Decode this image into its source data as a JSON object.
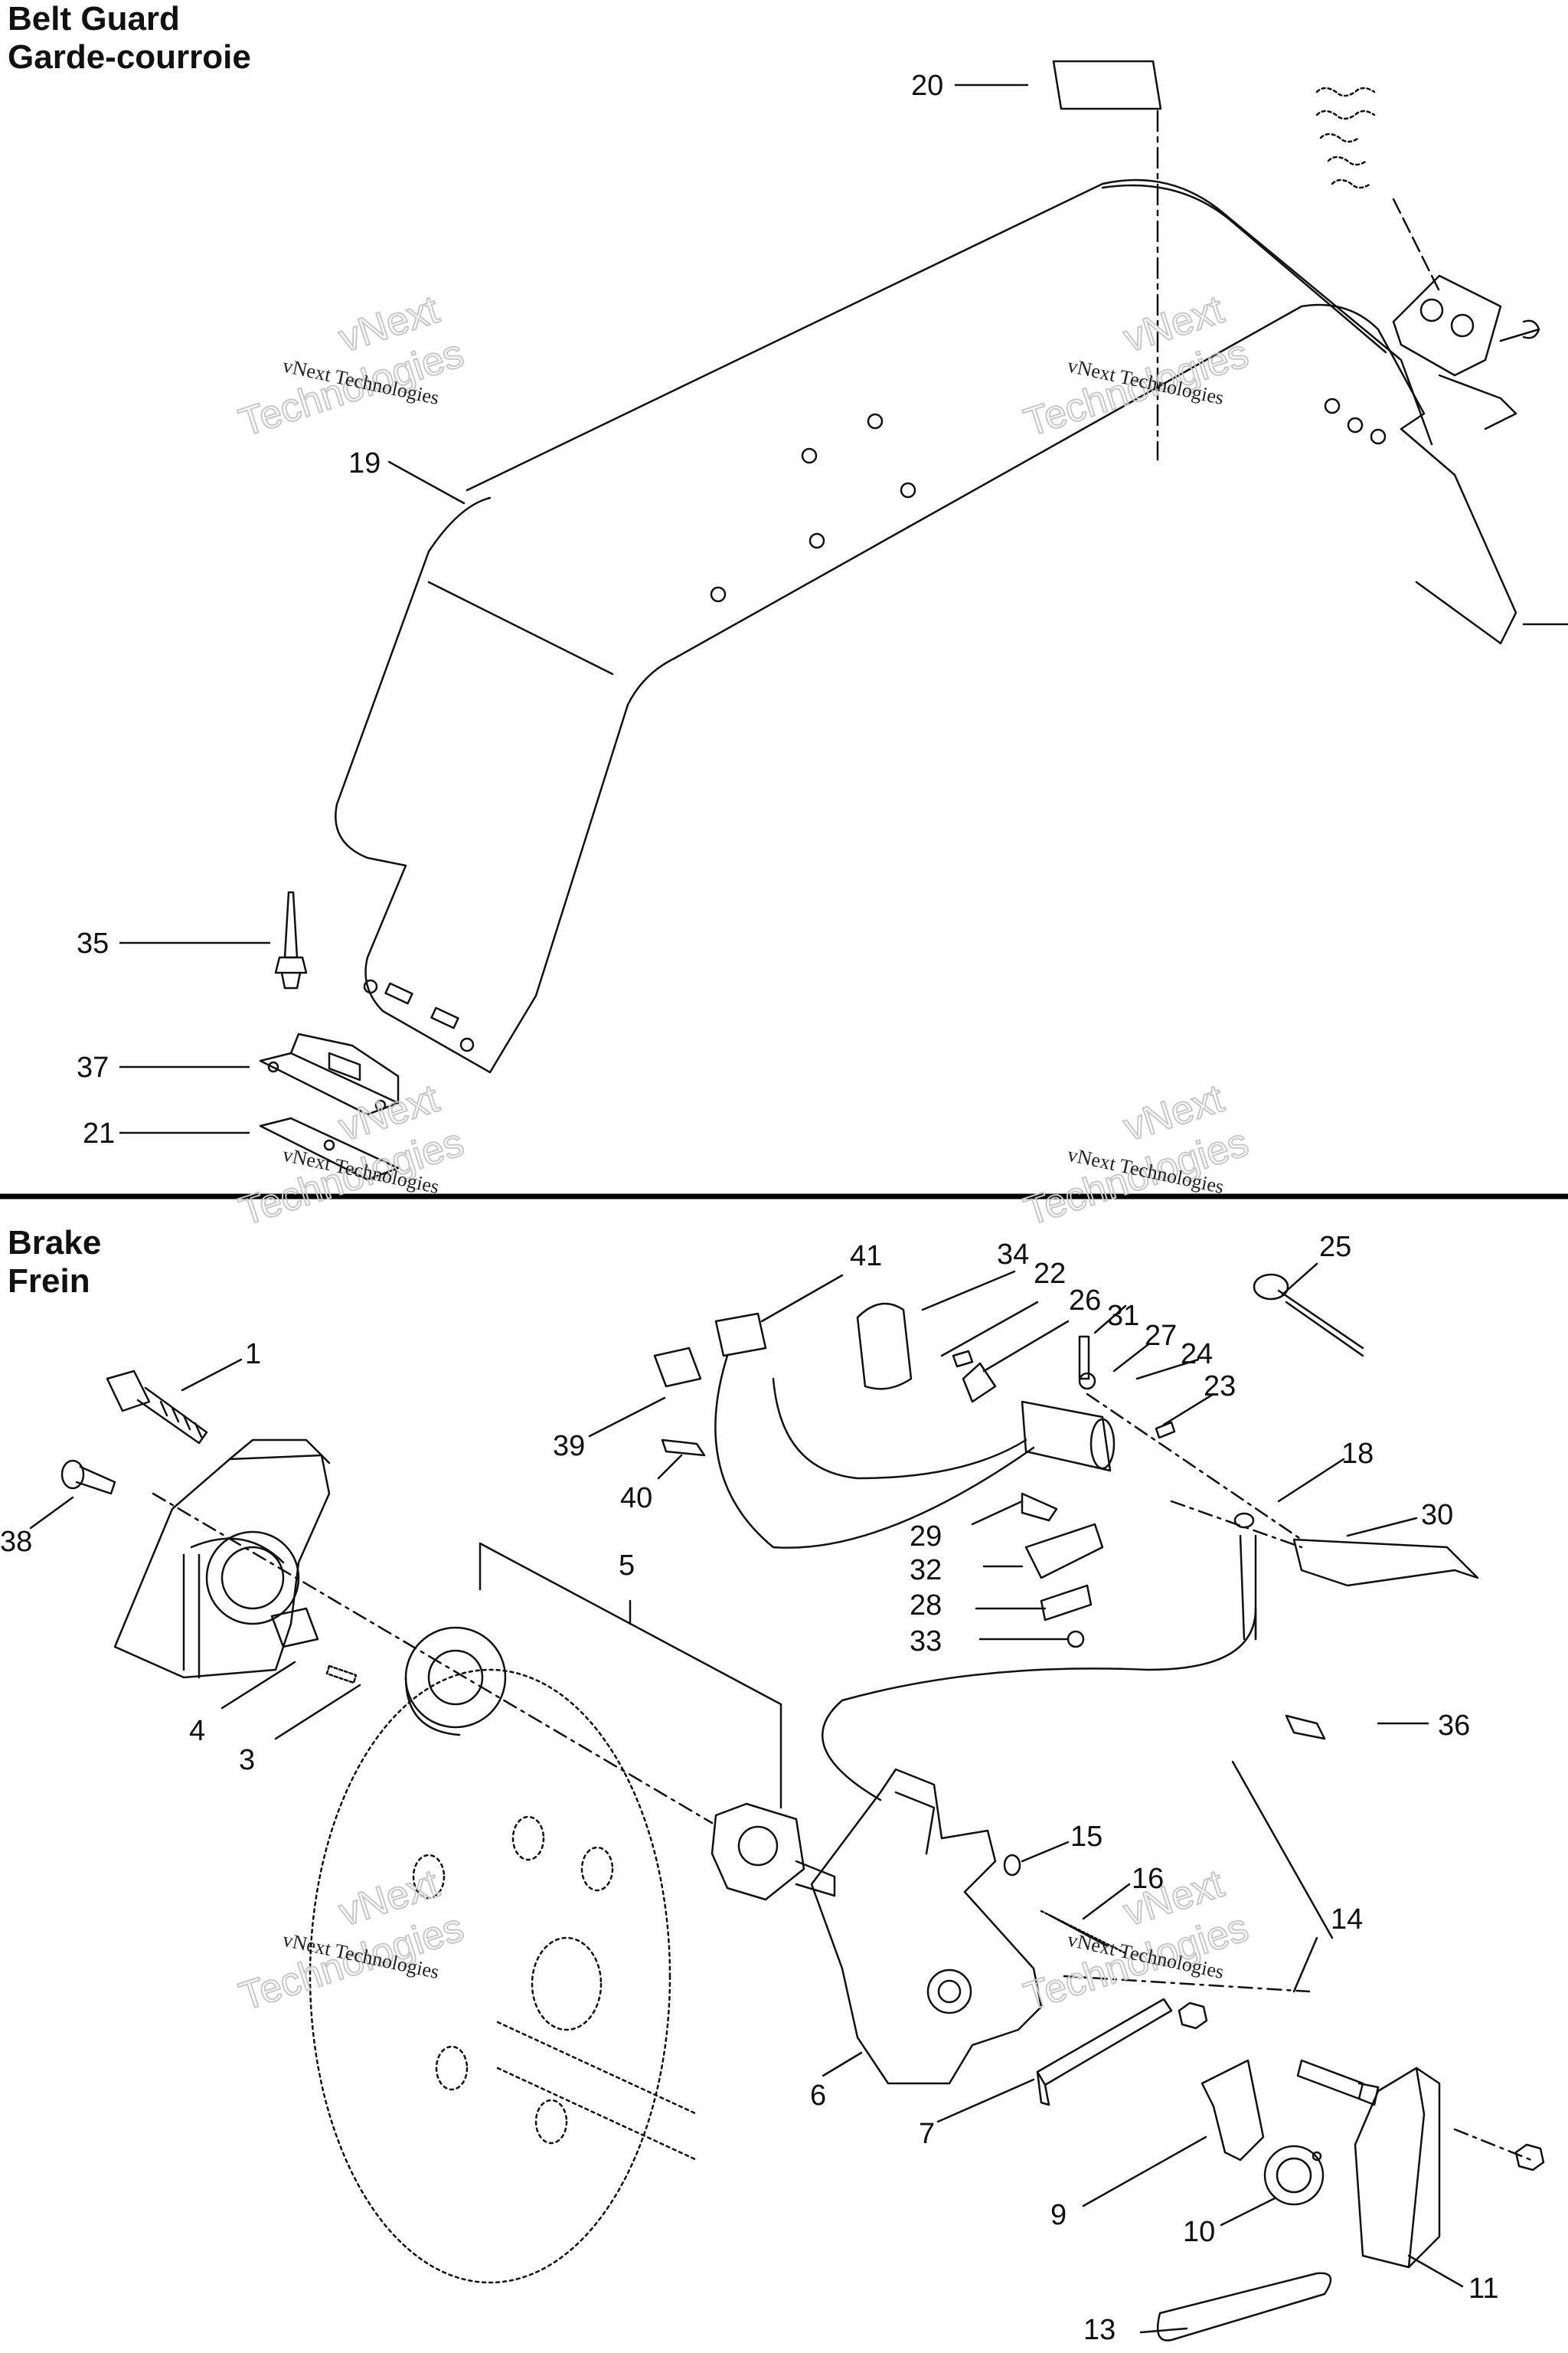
{
  "sections": {
    "belt_guard": {
      "title_en": "Belt Guard",
      "title_fr": "Garde-courroie"
    },
    "brake": {
      "title_en": "Brake",
      "title_fr": "Frein"
    }
  },
  "watermark": {
    "line1": "vNext",
    "line2": "Technologies",
    "small": "vNext Technologies"
  },
  "callouts": {
    "c1": "1",
    "c3": "3",
    "c4": "4",
    "c5": "5",
    "c6": "6",
    "c7": "7",
    "c9": "9",
    "c10": "10",
    "c11": "11",
    "c13": "13",
    "c14": "14",
    "c15": "15",
    "c16": "16",
    "c18": "18",
    "c19": "19",
    "c20": "20",
    "c21": "21",
    "c22": "22",
    "c23": "23",
    "c24": "24",
    "c25": "25",
    "c26": "26",
    "c27": "27",
    "c28": "28",
    "c29": "29",
    "c30": "30",
    "c31": "31",
    "c32": "32",
    "c33": "33",
    "c34": "34",
    "c35": "35",
    "c36": "36",
    "c37": "37",
    "c38": "38",
    "c39": "39",
    "c40": "40",
    "c41": "41"
  },
  "colors": {
    "line": "#111111",
    "watermark": "#c8c8c8",
    "divider": "#000000"
  }
}
